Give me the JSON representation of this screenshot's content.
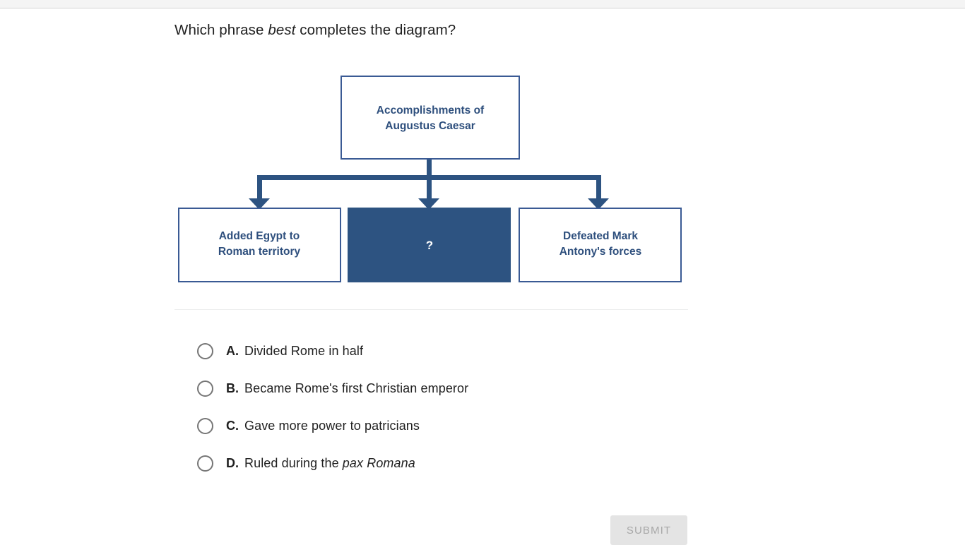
{
  "page": {
    "question_pre": "Which phrase ",
    "question_em": "best",
    "question_post": " completes the diagram?"
  },
  "diagram": {
    "root": {
      "line1": "Accomplishments of",
      "line2": "Augustus Caesar"
    },
    "children": [
      {
        "line1": "Added Egypt to",
        "line2": "Roman territory",
        "filled": "false"
      },
      {
        "line1": "?",
        "line2": "",
        "filled": "true"
      },
      {
        "line1": "Defeated Mark",
        "line2": "Antony's forces",
        "filled": "false"
      }
    ],
    "colors": {
      "border": "#3a5a94",
      "fill": "#2d5381",
      "text": "#2e4f7d",
      "text_on_fill": "#ffffff",
      "connector": "#2d5381"
    }
  },
  "options": [
    {
      "letter": "A.",
      "text": "Divided Rome in half",
      "em": "",
      "text_after": ""
    },
    {
      "letter": "B.",
      "text": "Became Rome's first Christian emperor",
      "em": "",
      "text_after": ""
    },
    {
      "letter": "C.",
      "text": "Gave more power to patricians",
      "em": "",
      "text_after": ""
    },
    {
      "letter": "D.",
      "text": "Ruled during the ",
      "em": "pax Romana",
      "text_after": ""
    }
  ],
  "submit": {
    "label": "SUBMIT"
  }
}
